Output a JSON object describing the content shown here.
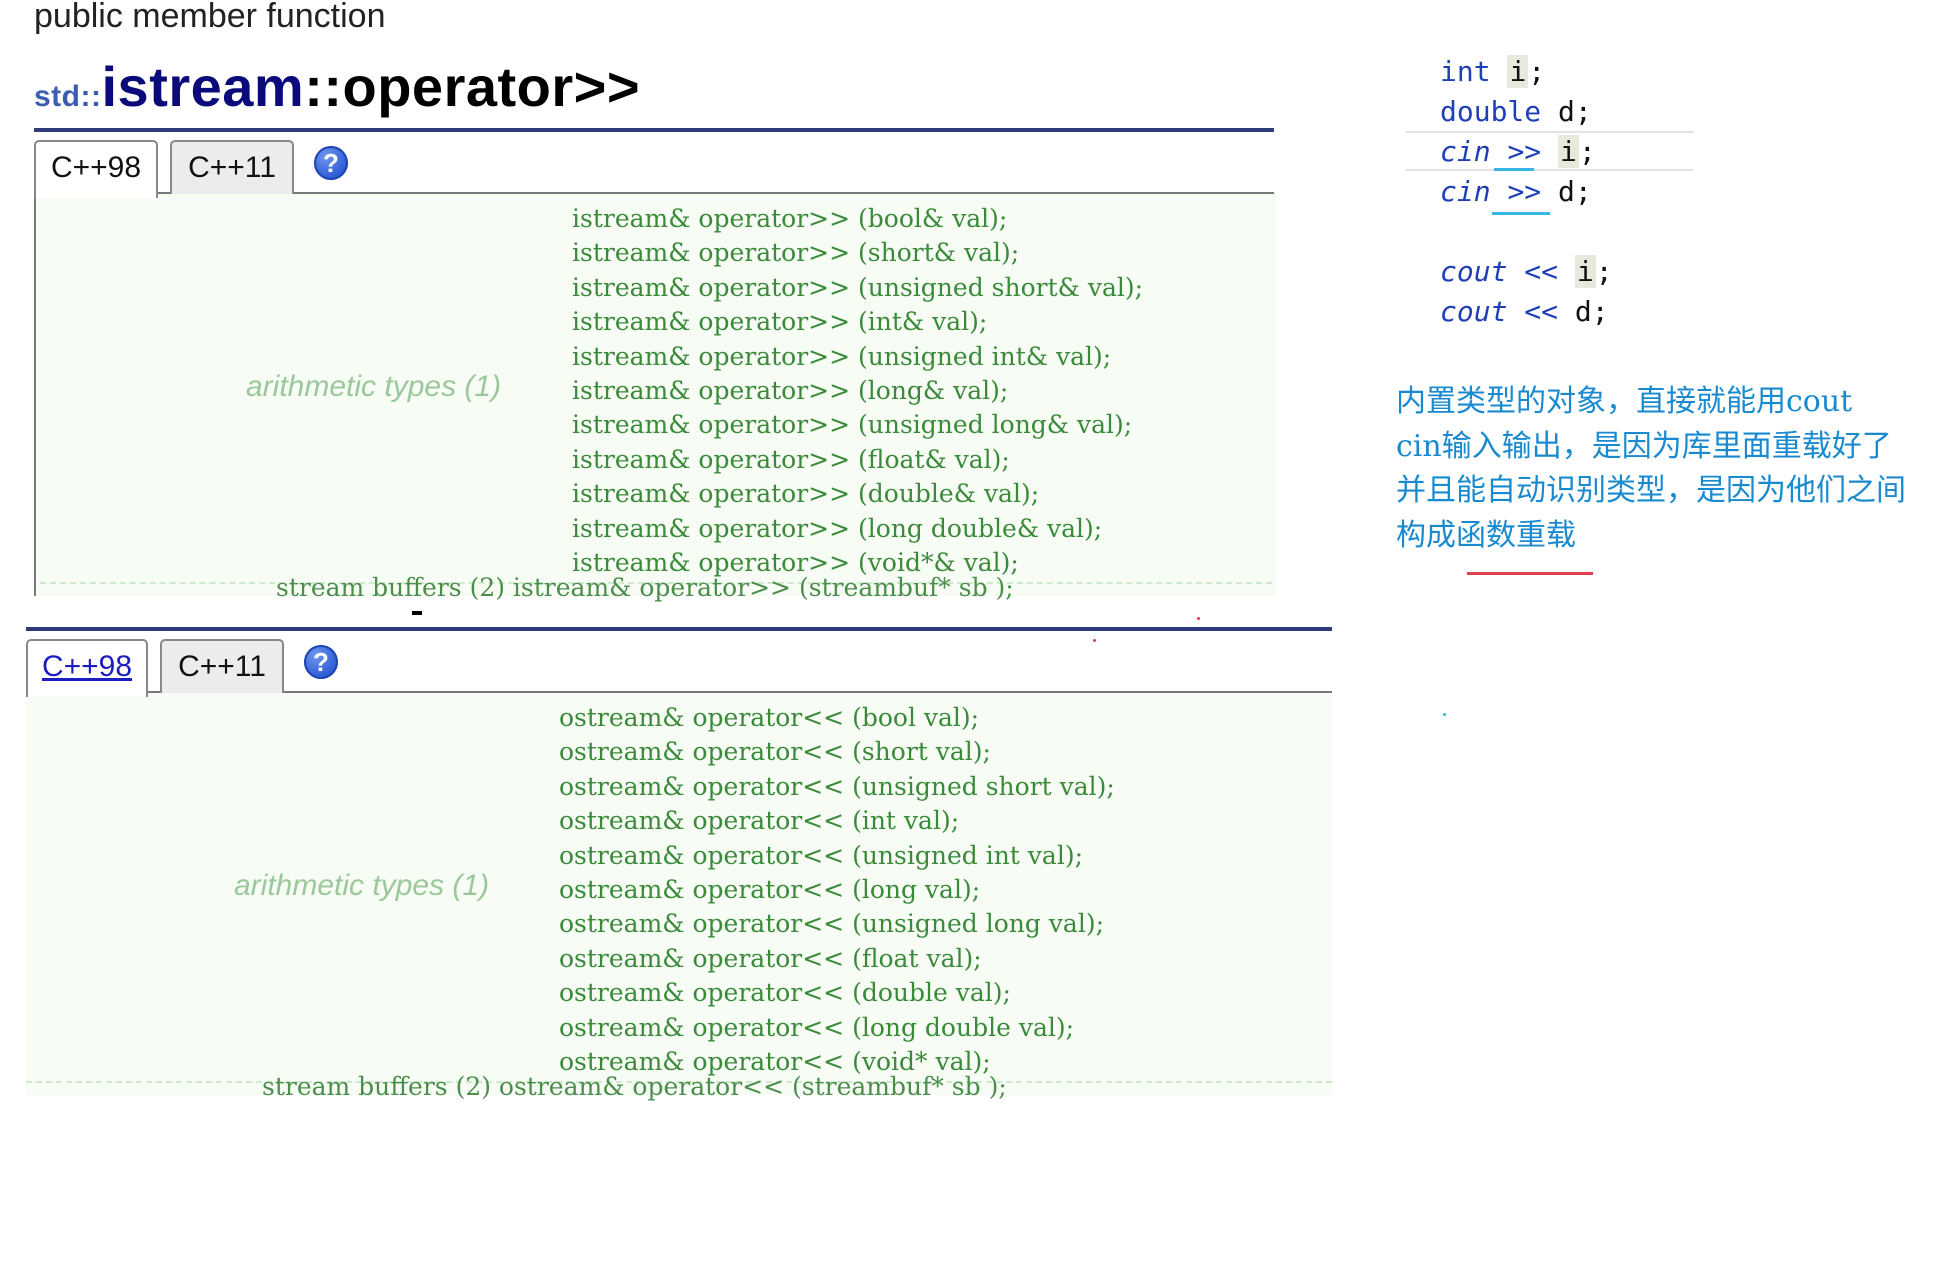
{
  "doc": {
    "kicker": "public member function",
    "title_ns": "std::",
    "title_class": "istream",
    "title_member": "::operator>>"
  },
  "istream_panel": {
    "tabs": [
      {
        "label": "C++98",
        "active": true
      },
      {
        "label": "C++11",
        "active": false
      }
    ],
    "help_icon": "question-circle-icon",
    "group_label": "arithmetic types (1)",
    "signatures": [
      "istream& operator>> (bool& val);",
      "istream& operator>> (short& val);",
      "istream& operator>> (unsigned short& val);",
      "istream& operator>> (int& val);",
      "istream& operator>> (unsigned int& val);",
      "istream& operator>> (long& val);",
      "istream& operator>> (unsigned long& val);",
      "istream& operator>> (float& val);",
      "istream& operator>> (double& val);",
      "istream& operator>> (long double& val);",
      "istream& operator>> (void*& val);"
    ],
    "cut_row": "stream buffers (2)    istream& operator>> (streambuf* sb );"
  },
  "ostream_panel": {
    "tabs": [
      {
        "label": "C++98",
        "active": true
      },
      {
        "label": "C++11",
        "active": false
      }
    ],
    "help_icon": "question-circle-icon",
    "group_label": "arithmetic types (1)",
    "signatures": [
      "ostream& operator<< (bool val);",
      "ostream& operator<< (short val);",
      "ostream& operator<< (unsigned short val);",
      "ostream& operator<< (int val);",
      "ostream& operator<< (unsigned int val);",
      "ostream& operator<< (long val);",
      "ostream& operator<< (unsigned long val);",
      "ostream& operator<< (float val);",
      "ostream& operator<< (double val);",
      "ostream& operator<< (long double val);",
      "ostream& operator<< (void* val);"
    ],
    "cut_row": "stream buffers (2)    ostream& operator<< (streambuf* sb );"
  },
  "code": {
    "line1": {
      "type": "int",
      "var": "i",
      "end": ";"
    },
    "line2": {
      "type": "double",
      "var": "d",
      "end": ";"
    },
    "line3": {
      "obj": "cin",
      "op": ">>",
      "var": "i",
      "end": ";"
    },
    "line4": {
      "obj": "cin",
      "op": ">>",
      "var": "d",
      "end": ";"
    },
    "line5": {
      "obj": "cout",
      "op": "<<",
      "var": "i",
      "end": ";"
    },
    "line6": {
      "obj": "cout",
      "op": "<<",
      "var": "d",
      "end": ";"
    }
  },
  "note": {
    "lines": [
      "内置类型的对象，直接就能用cout",
      "cin输入输出，是因为库里面重载好了",
      "并且能自动识别类型，是因为他们之间",
      "构成函数重载"
    ]
  },
  "colors": {
    "title_navy": "#0a0a7a",
    "rule_blue": "#2e3d7a",
    "sig_green": "#3a8a3a",
    "label_green": "#9bc89b",
    "panel_bg": "#f7fdf5",
    "code_blue": "#1f3fb8",
    "note_blue": "#1a8ad0",
    "underline_cyan": "#36b7e6",
    "mark_red": "#e33c4c"
  }
}
